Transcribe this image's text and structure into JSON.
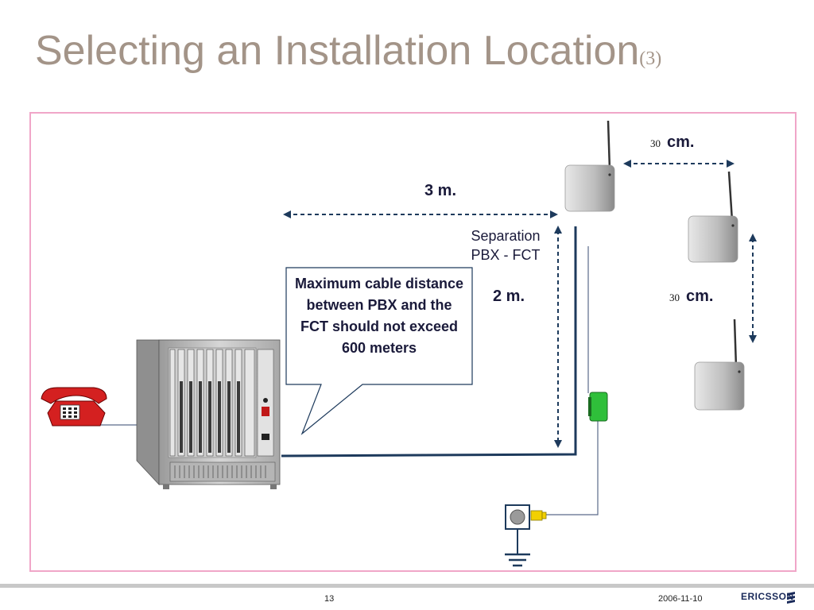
{
  "slide": {
    "title": "Selecting an Installation Location",
    "title_suffix": "(3)",
    "page_number": "13",
    "date": "2006-11-10",
    "logo_text": "ERICSSON"
  },
  "labels": {
    "top_gap_value": "30",
    "top_gap_unit": "cm.",
    "right_gap_value": "30",
    "right_gap_unit": "cm.",
    "horizontal_distance": "3 m.",
    "vertical_distance": "2 m.",
    "separation_line1": "Separation",
    "separation_line2": "PBX - FCT",
    "callout": "Maximum cable distance between PBX and the FCT should not exceed 600 meters"
  },
  "colors": {
    "title": "#a39488",
    "frame": "#f0a6c8",
    "arrow": "#1d3a5c",
    "cable": "#1d3a5c",
    "text": "#1a1a3a",
    "phone_red": "#d42020",
    "fct_green": "#2fbf3a",
    "plug_yellow": "#f2d000"
  }
}
